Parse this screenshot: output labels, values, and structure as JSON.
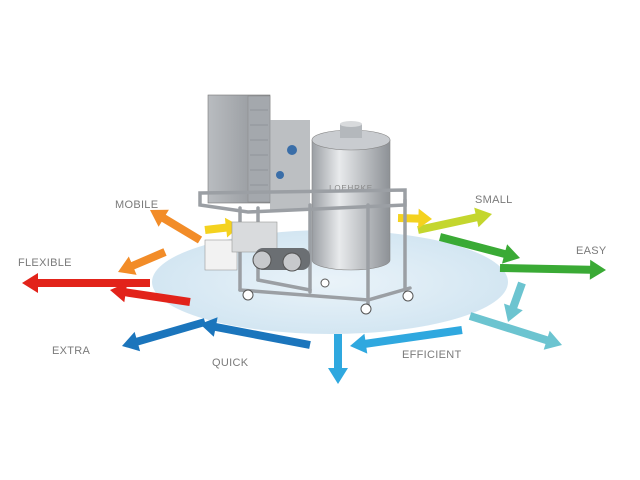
{
  "labels": {
    "mobile": "MOBILE",
    "flexible": "FLEXIBLE",
    "extra": "EXTRA",
    "quick": "QUICK",
    "efficient": "EFFICIENT",
    "easy": "EASY",
    "small": "SMALL"
  },
  "machine": {
    "brand": "LOEHRKE"
  },
  "colors": {
    "platform": "#dbeaf4",
    "red": "#e2231a",
    "orange": "#f28c28",
    "yellow": "#f4d21f",
    "yellow_green": "#c4d62e",
    "green": "#3aaa35",
    "teal": "#6cc4d0",
    "light_blue": "#2fa8df",
    "blue": "#1b75bc"
  }
}
